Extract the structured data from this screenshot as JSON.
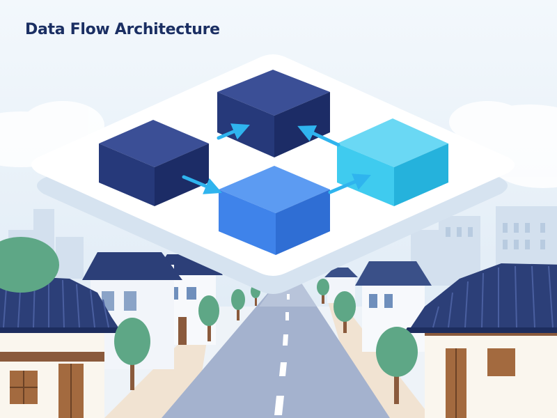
{
  "title": "Data Flow Architecture",
  "colors": {
    "title_text": "#1b2f63",
    "sky": "#e8f1f9",
    "platform": "#ffffff",
    "block_navy": "#26397a",
    "block_blue": "#3f83ea",
    "block_cyan": "#3fcbef",
    "arrow": "#2fb4ee",
    "roof": "#2c3f78",
    "road": "#a4b2ce",
    "tree": "#5ea786",
    "trunk": "#8a5a3c"
  },
  "diagram": {
    "nodes": [
      {
        "id": "block-left",
        "color": "navy"
      },
      {
        "id": "block-top",
        "color": "navy"
      },
      {
        "id": "block-right",
        "color": "cyan"
      },
      {
        "id": "block-bottom",
        "color": "blue"
      }
    ],
    "edges": [
      {
        "from": "block-left",
        "to": "block-top"
      },
      {
        "from": "block-right",
        "to": "block-top"
      },
      {
        "from": "block-left",
        "to": "block-bottom"
      },
      {
        "from": "block-bottom",
        "to": "block-right"
      }
    ]
  }
}
